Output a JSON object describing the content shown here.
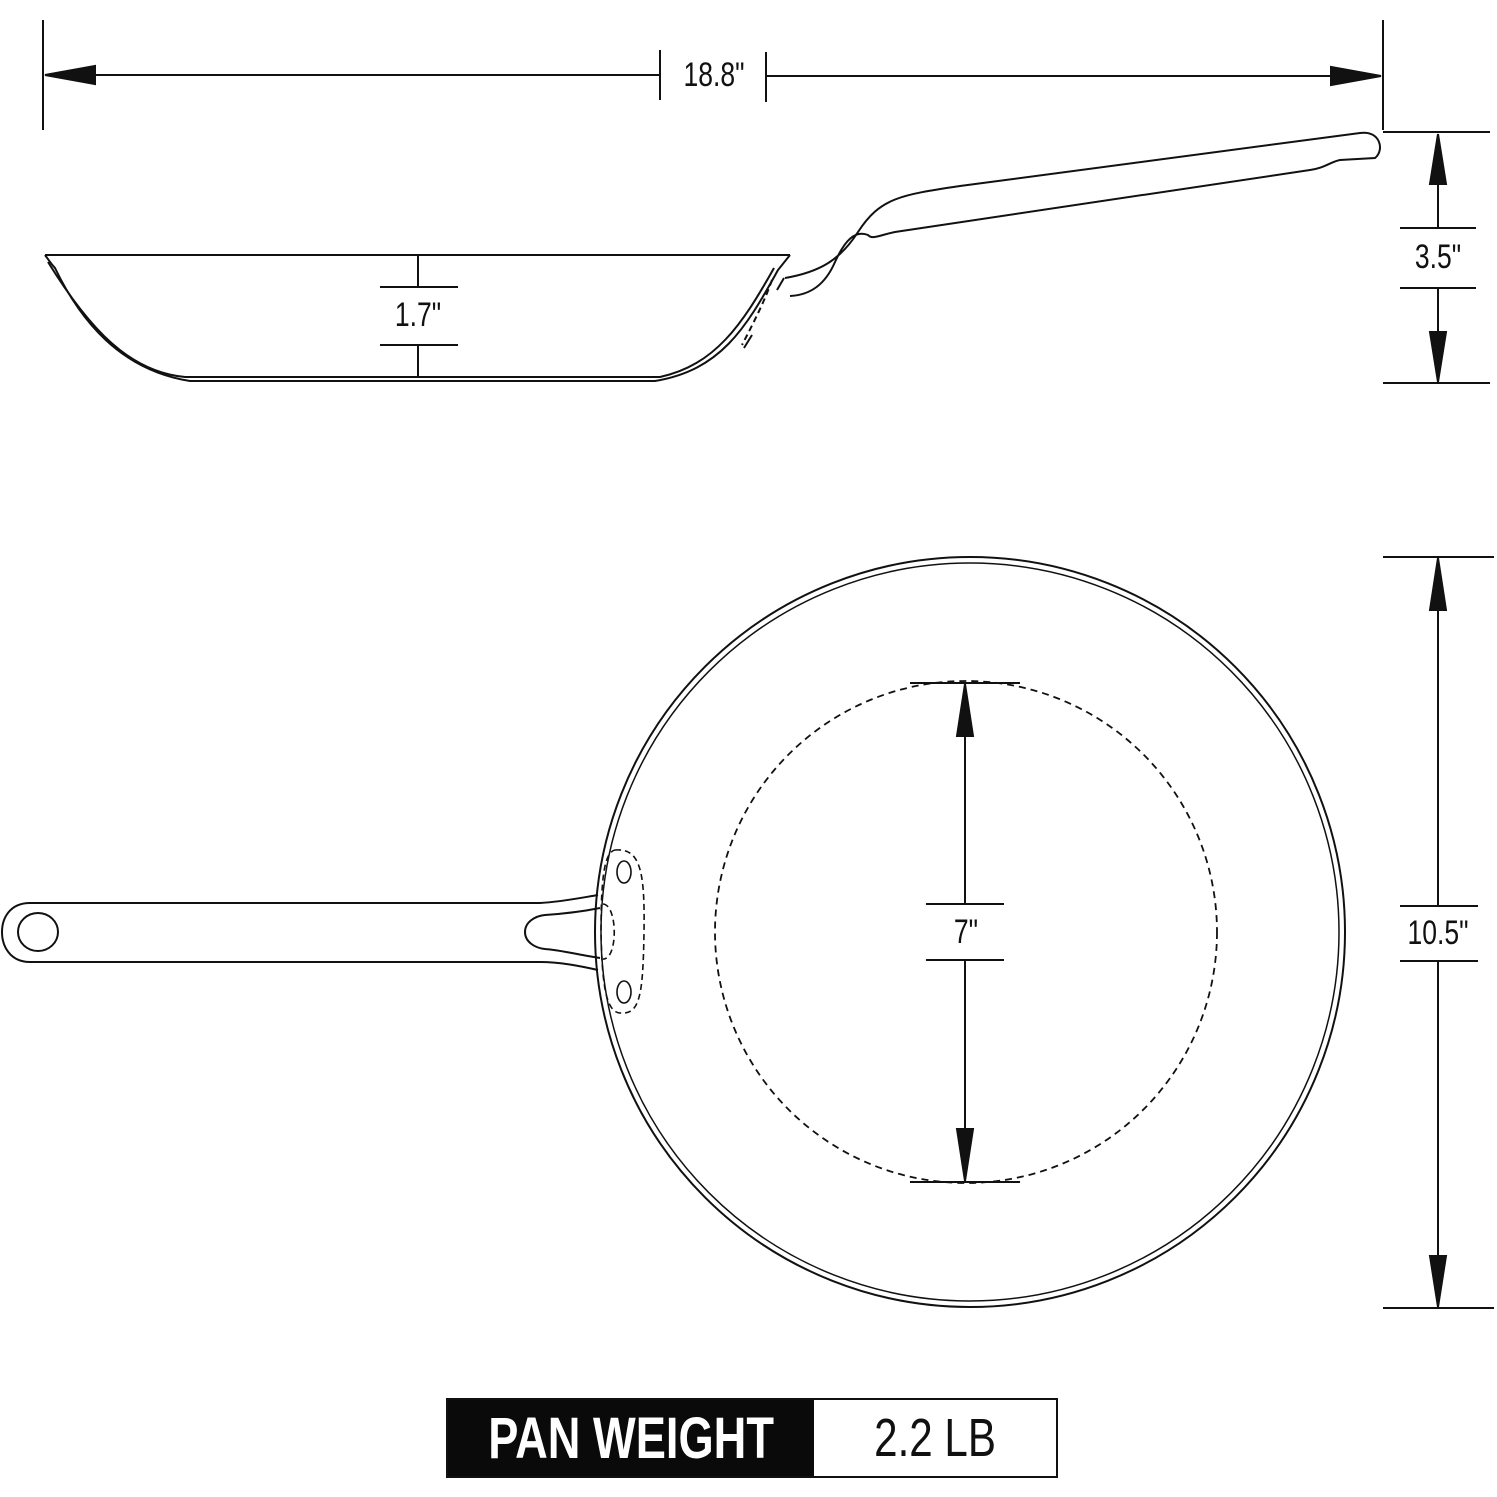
{
  "dimensions": {
    "overall_length": "18.8\"",
    "pan_depth": "1.7\"",
    "handle_rise": "3.5\"",
    "cooking_surface_diameter": "7\"",
    "top_diameter": "10.5\""
  },
  "weight": {
    "label": "PAN WEIGHT",
    "value": "2.2 LB"
  },
  "colors": {
    "line": "#111111",
    "background": "#ffffff",
    "label_bg": "#0a0a0a"
  }
}
